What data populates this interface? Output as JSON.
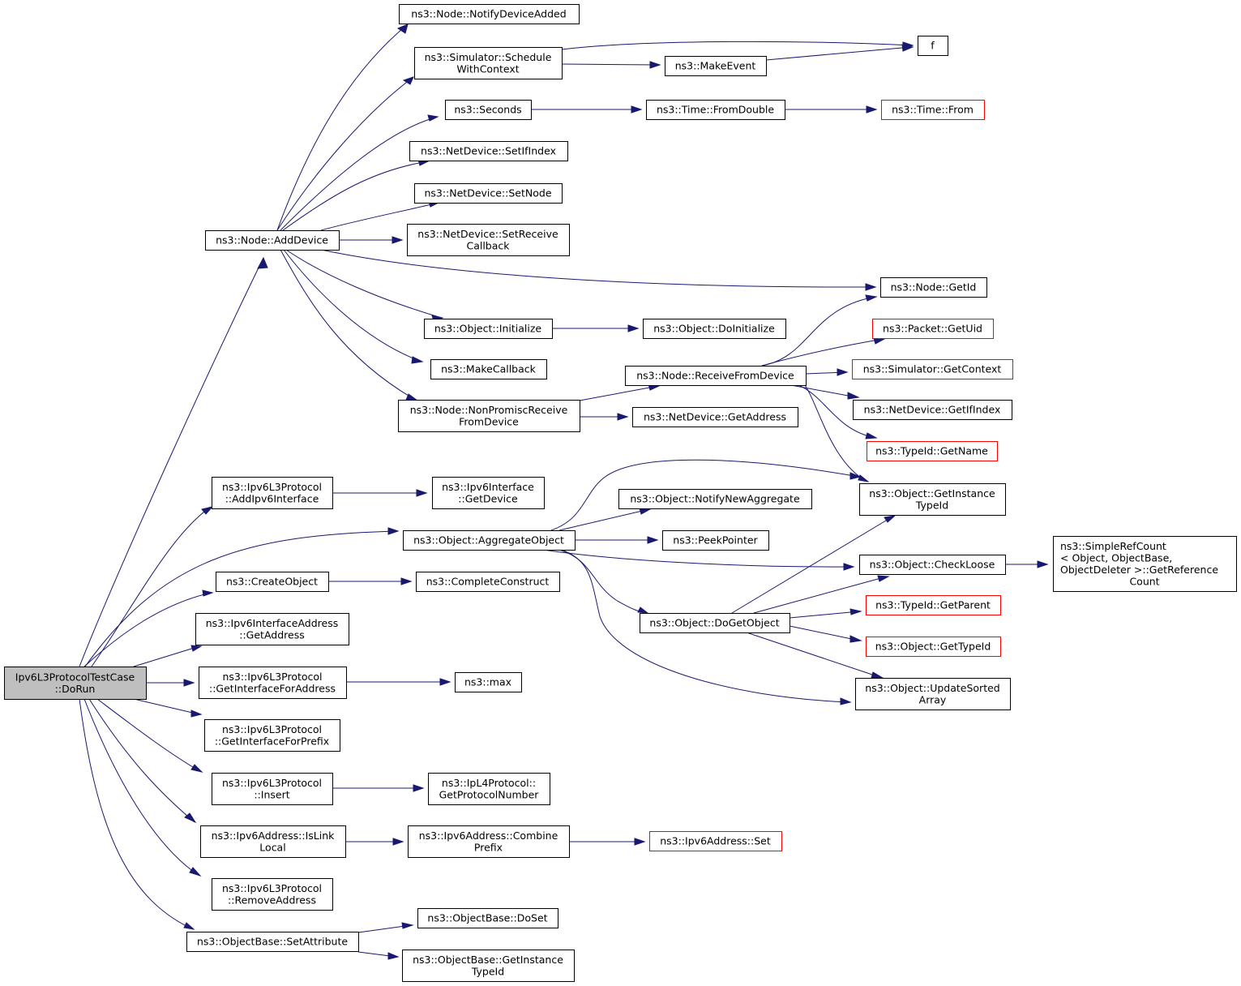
{
  "colors": {
    "edge": "#191970",
    "box_border": "#000000",
    "box_border_truncated": "#ff0000",
    "root_fill": "#bfbfbf"
  },
  "nodes": [
    {
      "id": "root",
      "lines": [
        "Ipv6L3ProtocolTestCase",
        "::DoRun"
      ],
      "root": true
    },
    {
      "id": "adddevice",
      "lines": [
        "ns3::Node::AddDevice"
      ]
    },
    {
      "id": "notifydev",
      "lines": [
        "ns3::Node::NotifyDeviceAdded"
      ]
    },
    {
      "id": "schedwc",
      "lines": [
        "ns3::Simulator::Schedule",
        "WithContext"
      ]
    },
    {
      "id": "f",
      "lines": [
        "f"
      ]
    },
    {
      "id": "makeevent",
      "lines": [
        "ns3::MakeEvent"
      ]
    },
    {
      "id": "seconds",
      "lines": [
        "ns3::Seconds"
      ]
    },
    {
      "id": "fromdouble",
      "lines": [
        "ns3::Time::FromDouble"
      ]
    },
    {
      "id": "timefrom",
      "lines": [
        "ns3::Time::From"
      ],
      "red": true
    },
    {
      "id": "setifindex",
      "lines": [
        "ns3::NetDevice::SetIfIndex"
      ]
    },
    {
      "id": "setnode",
      "lines": [
        "ns3::NetDevice::SetNode"
      ]
    },
    {
      "id": "setrecv",
      "lines": [
        "ns3::NetDevice::SetReceive",
        "Callback"
      ]
    },
    {
      "id": "nodegetid",
      "lines": [
        "ns3::Node::GetId"
      ]
    },
    {
      "id": "objinit",
      "lines": [
        "ns3::Object::Initialize"
      ]
    },
    {
      "id": "doinit",
      "lines": [
        "ns3::Object::DoInitialize"
      ]
    },
    {
      "id": "packetuid",
      "lines": [
        "ns3::Packet::GetUid"
      ],
      "red": true
    },
    {
      "id": "makecb",
      "lines": [
        "ns3::MakeCallback"
      ]
    },
    {
      "id": "recvfromdev",
      "lines": [
        "ns3::Node::ReceiveFromDevice"
      ]
    },
    {
      "id": "simctx",
      "lines": [
        "ns3::Simulator::GetContext"
      ],
      "red": true
    },
    {
      "id": "nonpromisc",
      "lines": [
        "ns3::Node::NonPromiscReceive",
        "FromDevice"
      ]
    },
    {
      "id": "ndgetaddr",
      "lines": [
        "ns3::NetDevice::GetAddress"
      ]
    },
    {
      "id": "ndgetifidx",
      "lines": [
        "ns3::NetDevice::GetIfIndex"
      ]
    },
    {
      "id": "typeidname",
      "lines": [
        "ns3::TypeId::GetName"
      ],
      "red": true
    },
    {
      "id": "addipv6if",
      "lines": [
        "ns3::Ipv6L3Protocol",
        "::AddIpv6Interface"
      ]
    },
    {
      "id": "ipv6ifgetdev",
      "lines": [
        "ns3::Ipv6Interface",
        "::GetDevice"
      ]
    },
    {
      "id": "getinsttid",
      "lines": [
        "ns3::Object::GetInstance",
        "TypeId"
      ]
    },
    {
      "id": "notifynewagg",
      "lines": [
        "ns3::Object::NotifyNewAggregate"
      ]
    },
    {
      "id": "aggobj",
      "lines": [
        "ns3::Object::AggregateObject"
      ]
    },
    {
      "id": "peekptr",
      "lines": [
        "ns3::PeekPointer"
      ]
    },
    {
      "id": "checkloose",
      "lines": [
        "ns3::Object::CheckLoose"
      ]
    },
    {
      "id": "simplerefcount",
      "lines": [
        "ns3::SimpleRefCount",
        "< Object, ObjectBase,",
        "ObjectDeleter >::GetReference",
        "Count"
      ],
      "align": [
        "start",
        "start",
        "start",
        "middle"
      ]
    },
    {
      "id": "createobj",
      "lines": [
        "ns3::CreateObject"
      ]
    },
    {
      "id": "completeconstruct",
      "lines": [
        "ns3::CompleteConstruct"
      ]
    },
    {
      "id": "typeidparent",
      "lines": [
        "ns3::TypeId::GetParent"
      ],
      "red": true
    },
    {
      "id": "ipv6ifaddrgetaddr",
      "lines": [
        "ns3::Ipv6InterfaceAddress",
        "::GetAddress"
      ]
    },
    {
      "id": "dogetobj",
      "lines": [
        "ns3::Object::DoGetObject"
      ]
    },
    {
      "id": "objgettid",
      "lines": [
        "ns3::Object::GetTypeId"
      ],
      "red": true
    },
    {
      "id": "getifforaddr",
      "lines": [
        "ns3::Ipv6L3Protocol",
        "::GetInterfaceForAddress"
      ]
    },
    {
      "id": "max",
      "lines": [
        "ns3::max"
      ]
    },
    {
      "id": "updsorted",
      "lines": [
        "ns3::Object::UpdateSorted",
        "Array"
      ]
    },
    {
      "id": "getifforprefix",
      "lines": [
        "ns3::Ipv6L3Protocol",
        "::GetInterfaceForPrefix"
      ]
    },
    {
      "id": "insert",
      "lines": [
        "ns3::Ipv6L3Protocol",
        "::Insert"
      ]
    },
    {
      "id": "getprotonum",
      "lines": [
        "ns3::IpL4Protocol::",
        "GetProtocolNumber"
      ]
    },
    {
      "id": "islinklocal",
      "lines": [
        "ns3::Ipv6Address::IsLink",
        "Local"
      ]
    },
    {
      "id": "combineprefix",
      "lines": [
        "ns3::Ipv6Address::Combine",
        "Prefix"
      ]
    },
    {
      "id": "ipv6addrset",
      "lines": [
        "ns3::Ipv6Address::Set"
      ],
      "red": true
    },
    {
      "id": "removeaddr",
      "lines": [
        "ns3::Ipv6L3Protocol",
        "::RemoveAddress"
      ]
    },
    {
      "id": "doset",
      "lines": [
        "ns3::ObjectBase::DoSet"
      ]
    },
    {
      "id": "setattr",
      "lines": [
        "ns3::ObjectBase::SetAttribute"
      ]
    },
    {
      "id": "obgetinsttid",
      "lines": [
        "ns3::ObjectBase::GetInstance",
        "TypeId"
      ]
    }
  ]
}
